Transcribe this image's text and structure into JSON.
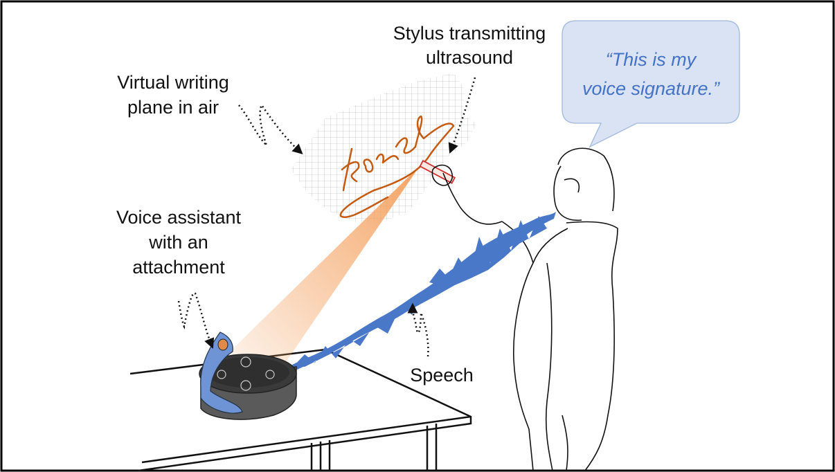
{
  "labels": {
    "stylus_line1": "Stylus transmitting",
    "stylus_line2": "ultrasound",
    "plane_line1": "Virtual writing",
    "plane_line2": "plane in air",
    "assistant_line1": "Voice assistant",
    "assistant_line2": "with an",
    "assistant_line3": "attachment",
    "speech": "Speech"
  },
  "speech_bubble": {
    "line1": "“This is my",
    "line2": "voice signature.”"
  },
  "colors": {
    "quote_text": "#4472c4",
    "bubble_fill": "#dae3f3",
    "bubble_stroke": "#a9bfdf",
    "signature_ink": "#c55a11",
    "ultrasound_beam": "#f4a261",
    "speech_wave": "#4a78c9",
    "attachment": "#6f94d6"
  },
  "icons": {
    "device": "smart-speaker-icon",
    "person": "person-icon"
  }
}
